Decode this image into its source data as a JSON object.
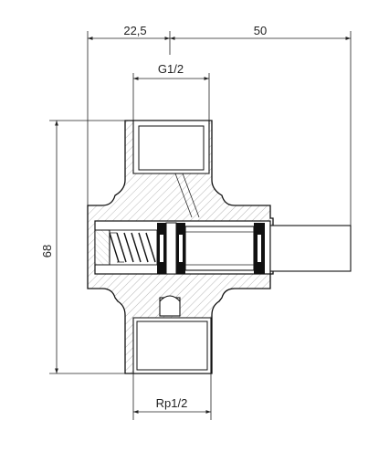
{
  "dimensions": {
    "width_left": "22,5",
    "width_right": "50",
    "height_total": "68",
    "thread_top": "G1/2",
    "thread_bottom": "Rp1/2"
  }
}
